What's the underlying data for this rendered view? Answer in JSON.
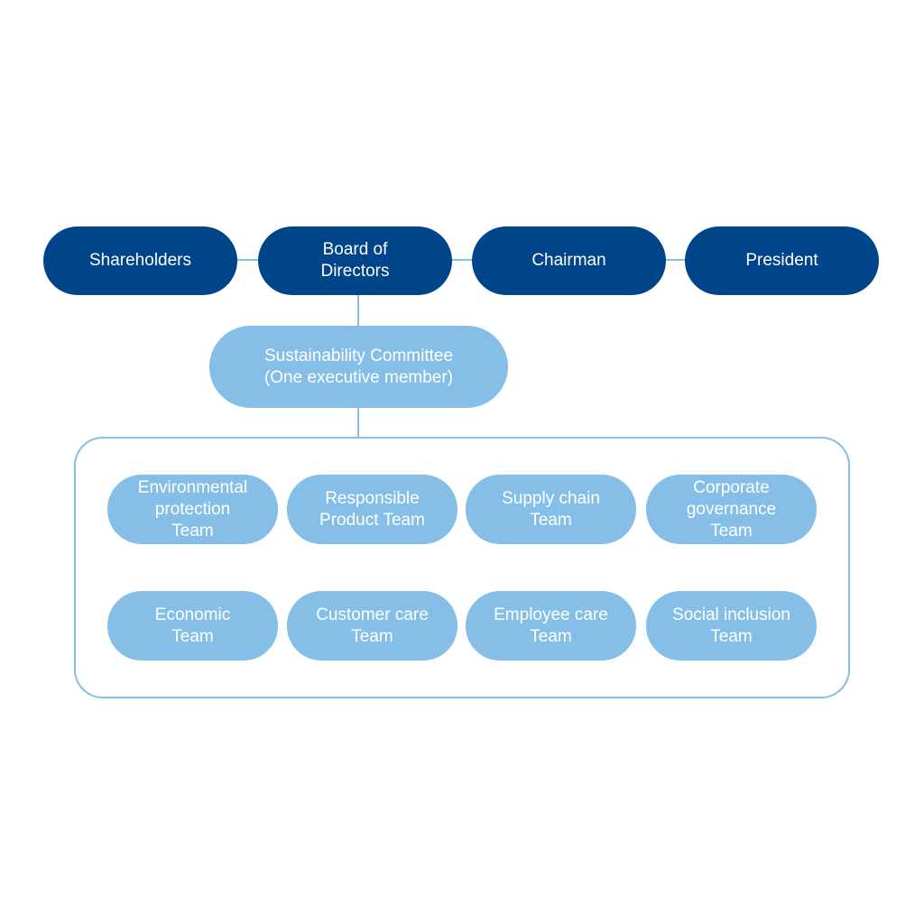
{
  "top_row": [
    "Shareholders",
    "Board of\nDirectors",
    "Chairman",
    "President"
  ],
  "committee": "Sustainability Committee\n(One executive member)",
  "teams": [
    "Environmental\nprotection\nTeam",
    "Responsible\nProduct Team",
    "Supply chain\nTeam",
    "Corporate\ngovernance\nTeam",
    "Economic\nTeam",
    "Customer care\nTeam",
    "Employee care\nTeam",
    "Social inclusion\nTeam"
  ],
  "colors": {
    "primary": "#00448a",
    "secondary": "#85bfe8"
  }
}
